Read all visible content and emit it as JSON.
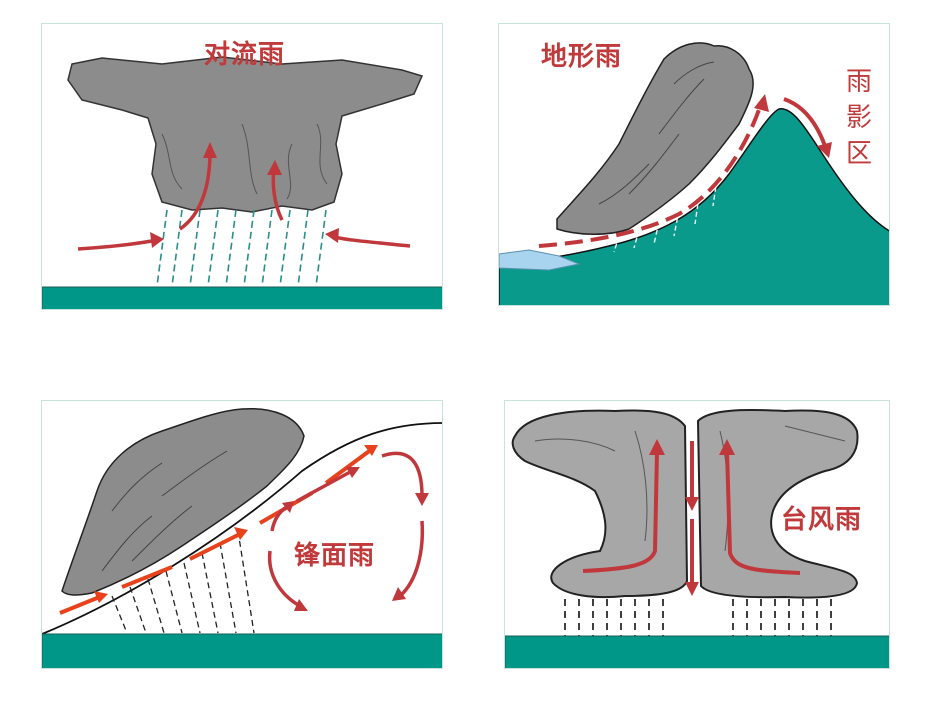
{
  "colors": {
    "ground": "#009688",
    "mountain": "#0a9a8c",
    "cloud": "#8c8c8c",
    "cloud_light": "#a7a7a7",
    "arrow_red": "#c0383c",
    "arrow_orange": "#e8421c",
    "rain_teal": "#2a8e8a",
    "title_red": "#c0393b",
    "water": "#a9d4ef"
  },
  "panels": [
    {
      "id": "convection",
      "title": "对流雨"
    },
    {
      "id": "orographic",
      "title": "地形雨",
      "rain_shadow_label": [
        "雨",
        "影",
        "区"
      ]
    },
    {
      "id": "frontal",
      "title": "锋面雨"
    },
    {
      "id": "typhoon",
      "title": "台风雨"
    }
  ]
}
